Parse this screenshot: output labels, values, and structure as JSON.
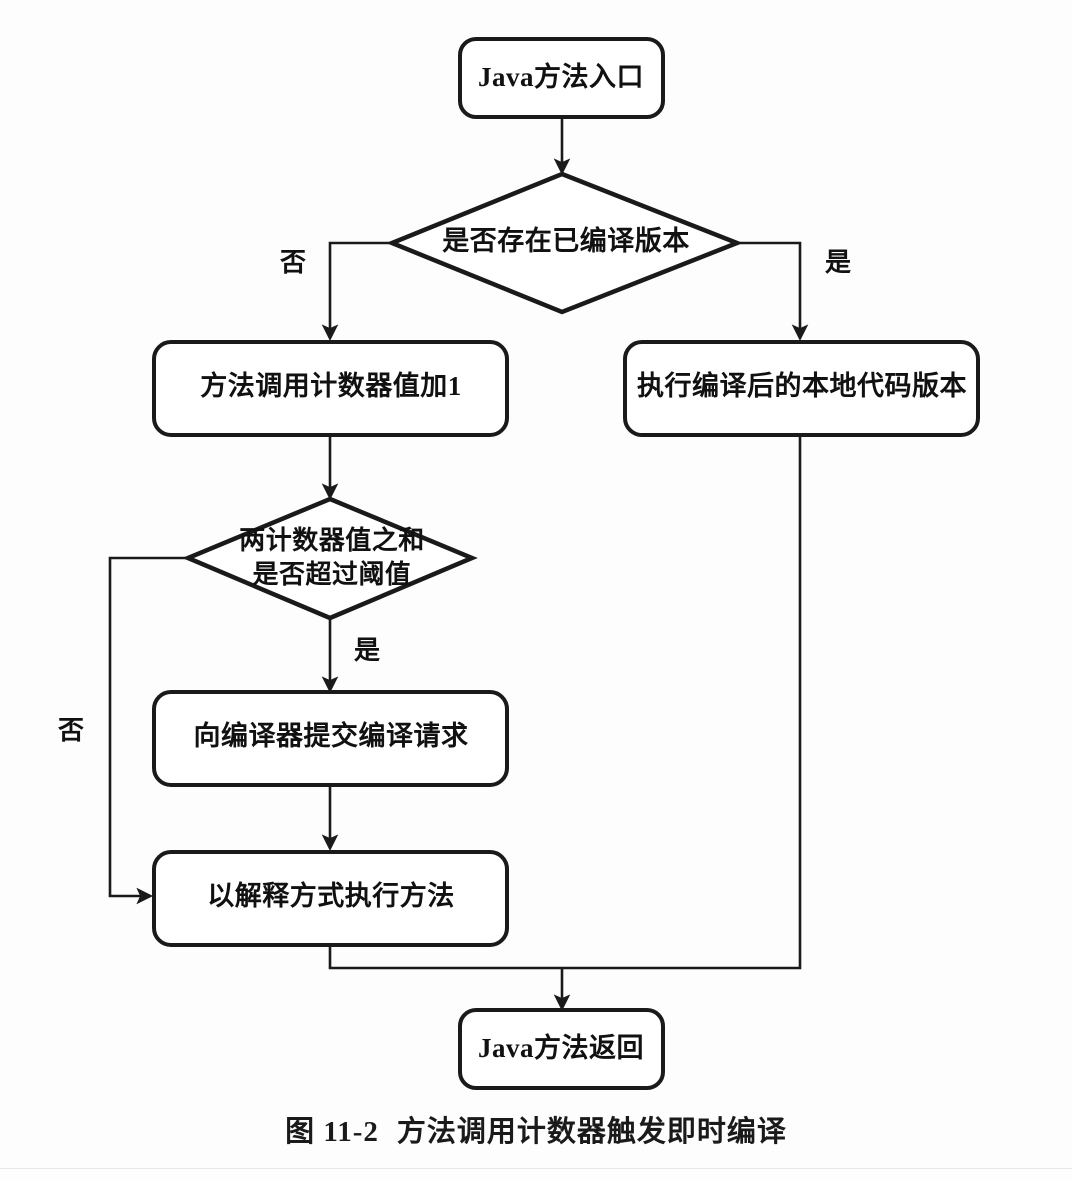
{
  "figure": {
    "caption_number": "图 11-2",
    "caption_text": "方法调用计数器触发即时编译"
  },
  "colors": {
    "stroke": "#1a1a1a",
    "fill": "#ffffff",
    "text": "#111111",
    "background": "#fdfdfd"
  },
  "chart_data": {
    "type": "diagram",
    "title": "方法调用计数器触发即时编译",
    "nodes": [
      {
        "id": "start",
        "shape": "rounded-rect",
        "label": "Java方法入口"
      },
      {
        "id": "has-compiled",
        "shape": "diamond",
        "label": "是否存在已编译版本"
      },
      {
        "id": "counter-inc",
        "shape": "rounded-rect",
        "label": "方法调用计数器值加1"
      },
      {
        "id": "run-native",
        "shape": "rounded-rect",
        "label": "执行编译后的本地代码版本"
      },
      {
        "id": "over-threshold",
        "shape": "diamond",
        "label_line1": "两计数器值之和",
        "label_line2": "是否超过阈值"
      },
      {
        "id": "submit-compile",
        "shape": "rounded-rect",
        "label": "向编译器提交编译请求"
      },
      {
        "id": "interpret",
        "shape": "rounded-rect",
        "label": "以解释方式执行方法"
      },
      {
        "id": "return",
        "shape": "rounded-rect",
        "label": "Java方法返回"
      }
    ],
    "edges": [
      {
        "from": "start",
        "to": "has-compiled",
        "label": ""
      },
      {
        "from": "has-compiled",
        "to": "counter-inc",
        "label": "否"
      },
      {
        "from": "has-compiled",
        "to": "run-native",
        "label": "是"
      },
      {
        "from": "counter-inc",
        "to": "over-threshold",
        "label": ""
      },
      {
        "from": "over-threshold",
        "to": "submit-compile",
        "label": "是"
      },
      {
        "from": "over-threshold",
        "to": "interpret",
        "label": "否"
      },
      {
        "from": "submit-compile",
        "to": "interpret",
        "label": ""
      },
      {
        "from": "interpret",
        "to": "return",
        "label": ""
      },
      {
        "from": "run-native",
        "to": "return",
        "label": ""
      }
    ]
  },
  "nodes": {
    "start": "Java方法入口",
    "has_compiled": "是否存在已编译版本",
    "counter_inc": "方法调用计数器值加1",
    "run_native": "执行编译后的本地代码版本",
    "over_threshold_line1": "两计数器值之和",
    "over_threshold_line2": "是否超过阈值",
    "submit_compile": "向编译器提交编译请求",
    "interpret": "以解释方式执行方法",
    "return": "Java方法返回"
  },
  "edge_labels": {
    "no_top": "否",
    "yes_top": "是",
    "yes_threshold": "是",
    "no_threshold": "否"
  }
}
